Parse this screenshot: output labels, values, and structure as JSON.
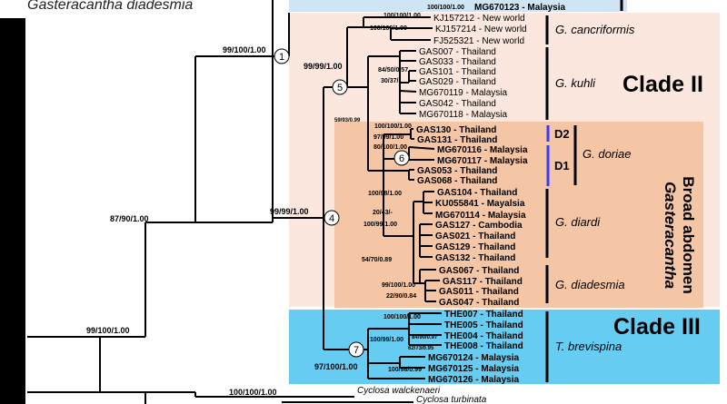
{
  "top_fragment": {
    "title_italic": "Gasteracantha diadesmia",
    "partial_support": "100/100/1.00",
    "partial_leaf": "MG670123 - Malaysia"
  },
  "colors": {
    "clade2_bg": "#fbe7dd",
    "broad_bg": "#f5c6a6",
    "clade3_bg": "#66ccf2",
    "top_bg": "#cfe5f5",
    "d_bar": "#3a3aff"
  },
  "leaves": [
    {
      "text": "KJ157212 - New world",
      "bold": false
    },
    {
      "text": "KJ157214 - New world",
      "bold": false
    },
    {
      "text": "FJ525321 - New world",
      "bold": false
    },
    {
      "text": "GAS007 - Thailand",
      "bold": false
    },
    {
      "text": "GAS033 - Thailand",
      "bold": false
    },
    {
      "text": "GAS101 - Thailand",
      "bold": false
    },
    {
      "text": "GAS029 - Thailand",
      "bold": false
    },
    {
      "text": "MG670119 - Malaysia",
      "bold": false
    },
    {
      "text": "GAS042 - Thailand",
      "bold": false
    },
    {
      "text": "MG670118 - Malaysia",
      "bold": false
    },
    {
      "text": "GAS130 - Thailand",
      "bold": true
    },
    {
      "text": "GAS131 - Thailand",
      "bold": true
    },
    {
      "text": "MG670116 - Malaysia",
      "bold": true
    },
    {
      "text": "MG670117  - Malaysia",
      "bold": true
    },
    {
      "text": "GAS053 - Thailand",
      "bold": true
    },
    {
      "text": "GAS068 - Thailand",
      "bold": true
    },
    {
      "text": "GAS104 -  Thailand",
      "bold": true
    },
    {
      "text": "KU055841 - Mayalsia",
      "bold": true
    },
    {
      "text": "MG670114 - Malaysia",
      "bold": true
    },
    {
      "text": "GAS127 - Cambodia",
      "bold": true
    },
    {
      "text": "GAS021 - Thailand",
      "bold": true
    },
    {
      "text": "GAS129 - Thailand",
      "bold": true
    },
    {
      "text": "GAS132 - Thailand",
      "bold": true
    },
    {
      "text": "GAS067 - Thailand",
      "bold": true
    },
    {
      "text": "GAS117 -  Thailand",
      "bold": true
    },
    {
      "text": "GAS011 - Thailand",
      "bold": true
    },
    {
      "text": "GAS047 - Thailand",
      "bold": true
    },
    {
      "text": "THE007 - Thailand",
      "bold": true
    },
    {
      "text": "THE005 - Thailand",
      "bold": true
    },
    {
      "text": "THE004 - Thailand",
      "bold": true
    },
    {
      "text": "THE008 - Thailand",
      "bold": true
    },
    {
      "text": "MG670124 - Malaysia",
      "bold": true
    },
    {
      "text": "MG670125 - Malaysia",
      "bold": true
    },
    {
      "text": "MG670126 - Malaysia",
      "bold": true
    }
  ],
  "outgroups": [
    "Cyclosa walckenaeri",
    "Cyclosa turbinata"
  ],
  "supports": [
    "99/100/1.00",
    "87/90/1.00",
    "99/100/1.00",
    "99/99/1.00",
    "99/99/1.00",
    "100/100/1.00",
    "100/100/1.00",
    "84/50/0.57",
    "30/37/-",
    "59/93/0.99",
    "100/100/1.00",
    "97/99/1.00",
    "80/100/1.00",
    "100/98/1.00",
    "20/43/-",
    "100/99/1.00",
    "54/70/0.89",
    "99/100/1.00",
    "22/90/0.84",
    "100/100/1.00",
    "100/99/1.00",
    "84/90/0.97",
    "62/73/0.95",
    "100/98/0.99",
    "97/100/1.00",
    "100/100/1.00"
  ],
  "node_labels": [
    "1",
    "4",
    "5",
    "6",
    "7"
  ],
  "species_labels": [
    "G. cancriformis",
    "G. kuhli",
    "G. doriae",
    "G. diardi",
    "G. diadesmia",
    "T. brevispina"
  ],
  "d_labels": [
    "D2",
    "D1"
  ],
  "clade_labels": [
    "Clade II",
    "Clade III"
  ],
  "broad_label": [
    "Broad abdomen",
    "Gasteracantha"
  ]
}
